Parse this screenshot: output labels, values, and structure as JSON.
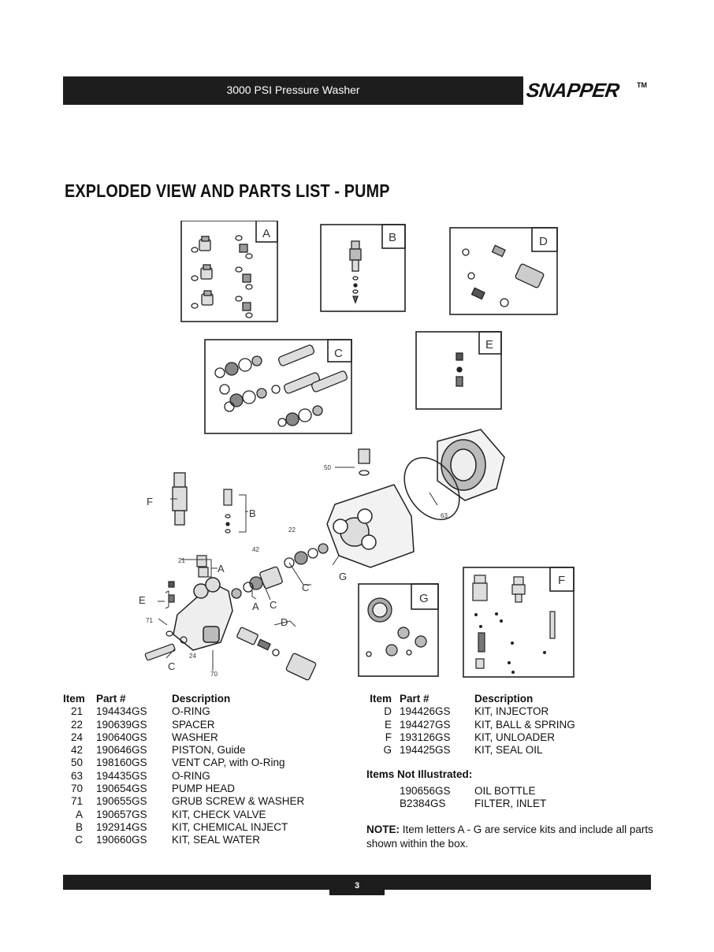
{
  "header": {
    "title": "3000 PSI Pressure Washer",
    "brand": "SNAPPER",
    "trademark": "TM"
  },
  "page_title": "EXPLODED VIEW AND PARTS LIST - PUMP",
  "diagram": {
    "box_labels": [
      "A",
      "B",
      "D",
      "C",
      "E",
      "G",
      "F"
    ],
    "callouts": [
      "50",
      "63",
      "22",
      "42",
      "21",
      "71",
      "24",
      "70",
      "F",
      "B",
      "A",
      "C",
      "G",
      "E",
      "A",
      "C",
      "D",
      "C"
    ]
  },
  "parts_table": {
    "headers": {
      "item": "Item",
      "part": "Part #",
      "description": "Description"
    },
    "left": [
      {
        "item": "21",
        "part": "194434GS",
        "description": "O-RING"
      },
      {
        "item": "22",
        "part": "190639GS",
        "description": "SPACER"
      },
      {
        "item": "24",
        "part": "190640GS",
        "description": "WASHER"
      },
      {
        "item": "42",
        "part": "190646GS",
        "description": "PISTON, Guide"
      },
      {
        "item": "50",
        "part": "198160GS",
        "description": "VENT CAP, with O-Ring"
      },
      {
        "item": "63",
        "part": "194435GS",
        "description": "O-RING"
      },
      {
        "item": "70",
        "part": "190654GS",
        "description": "PUMP HEAD"
      },
      {
        "item": "71",
        "part": "190655GS",
        "description": "GRUB SCREW & WASHER"
      },
      {
        "item": "A",
        "part": "190657GS",
        "description": "KIT, CHECK VALVE"
      },
      {
        "item": "B",
        "part": "192914GS",
        "description": "KIT, CHEMICAL INJECT"
      },
      {
        "item": "C",
        "part": "190660GS",
        "description": "KIT, SEAL WATER"
      }
    ],
    "right": [
      {
        "item": "D",
        "part": "194426GS",
        "description": "KIT, INJECTOR"
      },
      {
        "item": "E",
        "part": "194427GS",
        "description": "KIT, BALL & SPRING"
      },
      {
        "item": "F",
        "part": "193126GS",
        "description": "KIT, UNLOADER"
      },
      {
        "item": "G",
        "part": "194425GS",
        "description": "KIT, SEAL OIL"
      }
    ]
  },
  "not_illustrated": {
    "title": "Items Not Illustrated:",
    "items": [
      {
        "part": "190656GS",
        "description": "OIL BOTTLE"
      },
      {
        "part": "B2384GS",
        "description": "FILTER, INLET"
      }
    ]
  },
  "note": {
    "label": "NOTE:",
    "text": " Item letters A - G are service kits and include all parts shown within the box."
  },
  "footer": {
    "page_number": "3"
  }
}
